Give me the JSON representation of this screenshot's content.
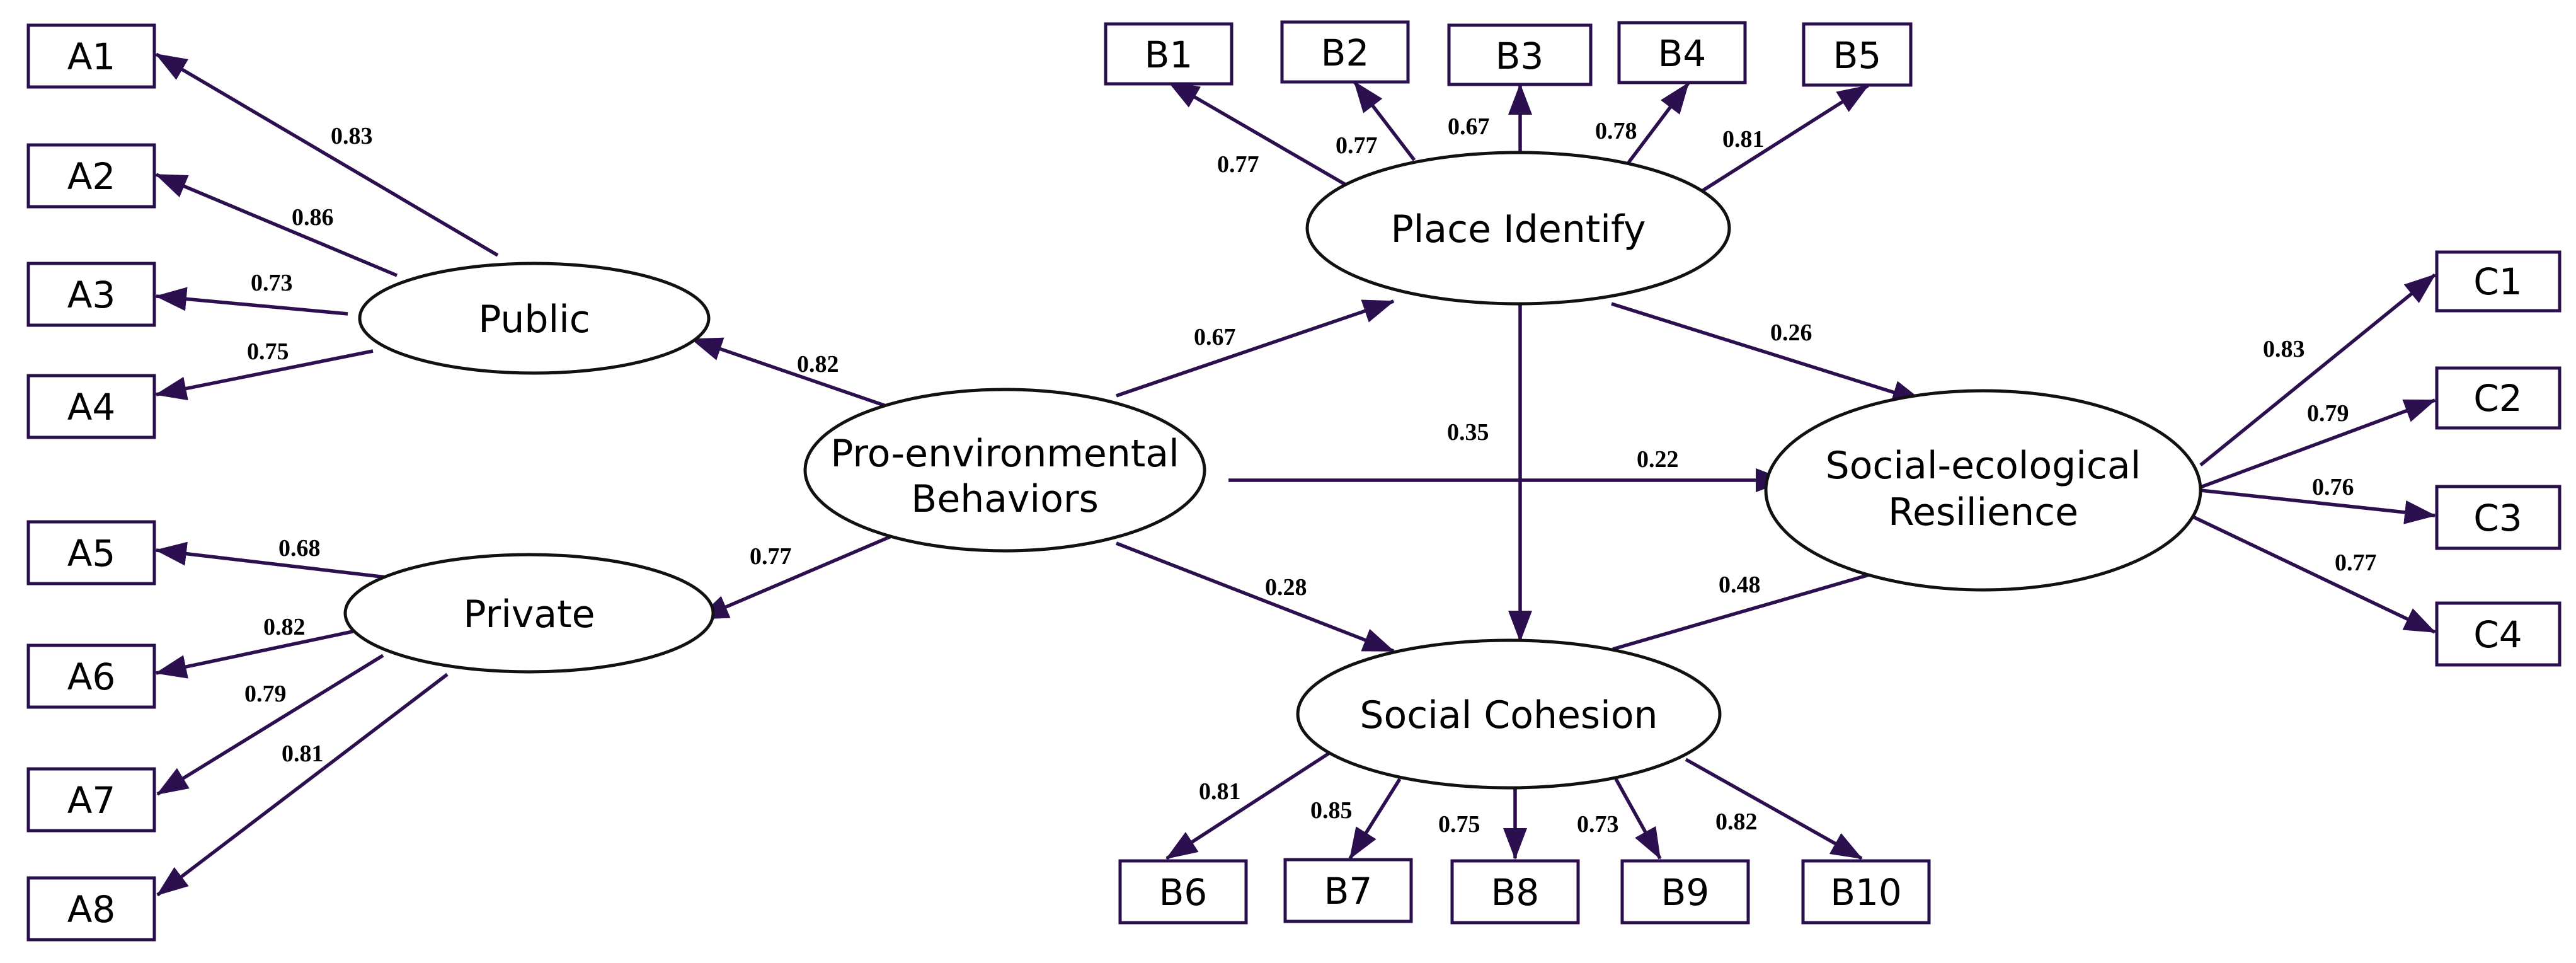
{
  "colors": {
    "edge": "#2b0f4f",
    "box_stroke": "#2a0f4e",
    "ellipse_stroke": "#111111",
    "text": "#000000"
  },
  "latent": {
    "pro": {
      "line1": "Pro-environmental",
      "line2": "Behaviors"
    },
    "public": {
      "label": "Public"
    },
    "private": {
      "label": "Private"
    },
    "place": {
      "label": "Place Identify"
    },
    "cohesion": {
      "label": "Social Cohesion"
    },
    "resilience": {
      "line1": "Social-ecological",
      "line2": "Resilience"
    }
  },
  "indicators": {
    "A1": "A1",
    "A2": "A2",
    "A3": "A3",
    "A4": "A4",
    "A5": "A5",
    "A6": "A6",
    "A7": "A7",
    "A8": "A8",
    "B1": "B1",
    "B2": "B2",
    "B3": "B3",
    "B4": "B4",
    "B5": "B5",
    "B6": "B6",
    "B7": "B7",
    "B8": "B8",
    "B9": "B9",
    "B10": "B10",
    "C1": "C1",
    "C2": "C2",
    "C3": "C3",
    "C4": "C4"
  },
  "coefficients": {
    "pro_public": "0.82",
    "pro_private": "0.77",
    "pro_place": "0.67",
    "pro_resilience": "0.22",
    "pro_cohesion": "0.28",
    "place_cohesion": "0.35",
    "place_resilience": "0.26",
    "cohesion_resilience": "0.48",
    "A1": "0.83",
    "A2": "0.86",
    "A3": "0.73",
    "A4": "0.75",
    "A5": "0.68",
    "A6": "0.82",
    "A7": "0.79",
    "A8": "0.81",
    "B1": "0.77",
    "B2": "0.77",
    "B3": "0.67",
    "B4": "0.78",
    "B5": "0.81",
    "B6": "0.81",
    "B7": "0.85",
    "B8": "0.75",
    "B9": "0.73",
    "B10": "0.82",
    "C1": "0.83",
    "C2": "0.79",
    "C3": "0.76",
    "C4": "0.77"
  }
}
